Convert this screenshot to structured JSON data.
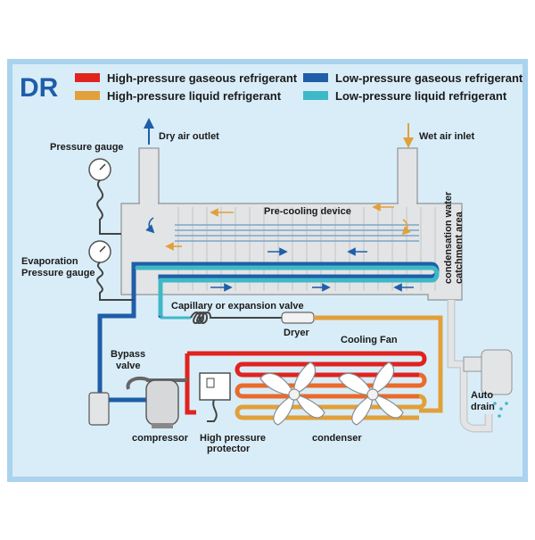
{
  "logo": "DR",
  "legend": [
    {
      "label": "High-pressure gaseous refrigerant",
      "color": "#e0231f"
    },
    {
      "label": "Low-pressure gaseous refrigerant",
      "color": "#1f5ea8"
    },
    {
      "label": "High-pressure liquid refrigerant",
      "color": "#e1a03a"
    },
    {
      "label": "Low-pressure liquid refrigerant",
      "color": "#3fb8c8"
    }
  ],
  "labels": {
    "dry_air_outlet": "Dry air outlet",
    "wet_air_inlet": "Wet air inlet",
    "pressure_gauge": "Pressure gauge",
    "evaporation_gauge_1": "Evaporation",
    "evaporation_gauge_2": "Pressure gauge",
    "pre_cooling": "Pre-cooling device",
    "condensation_1": "condensation water",
    "condensation_2": "catchment area",
    "capillary": "Capillary or expansion valve",
    "dryer": "Dryer",
    "bypass_1": "Bypass",
    "bypass_2": "valve",
    "cooling_fan": "Cooling Fan",
    "auto_drain_1": "Auto",
    "auto_drain_2": "drain",
    "compressor": "compressor",
    "hp_protector_1": "High pressure",
    "hp_protector_2": "protector",
    "condenser": "condenser"
  },
  "colors": {
    "panel_bg": "#d9edf8",
    "frame": "#a9d3ee",
    "unit": "#e3e4e5",
    "unit_stroke": "#8f9396",
    "air_arrow": "#1f5ea8",
    "warm_arrow": "#e1a03a"
  }
}
